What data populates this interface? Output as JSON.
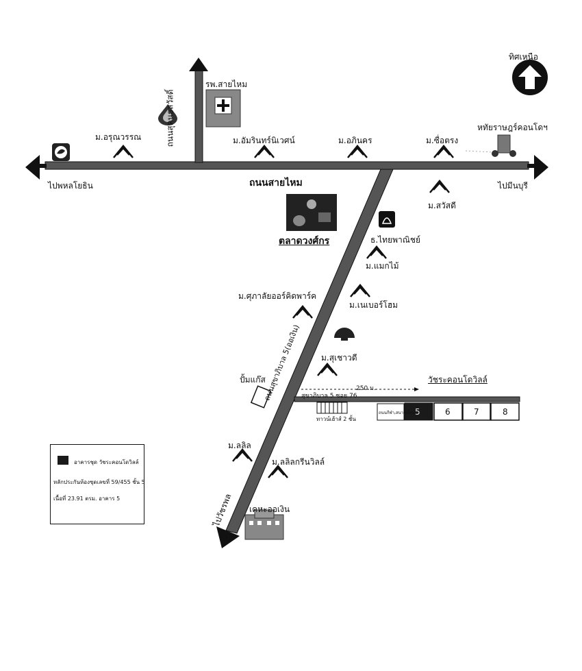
{
  "compass": {
    "label": "ทิศเหนือ"
  },
  "roads": {
    "main": "ถนนสายไหม",
    "vertical_north": "ถนนสุคนธสวัสดิ์",
    "diagonal": "ถนนสุขาภิบาล 5(ออเงิน)",
    "soi": "สุขาภิบาล 5 ซอย 76"
  },
  "directions": {
    "west": "ไปพหลโยธิน",
    "east": "ไปมีนบุรี",
    "southwest": "ไปวัชรพล"
  },
  "places": {
    "hospital": "รพ.สายไหม",
    "aroonwan": "ม.อรุณวรรณ",
    "amarin": "ม.อัมรินทร์นิเวศน์",
    "apinakorn": "ม.อภินคร",
    "suetrong": "ม.ซื่อตรง",
    "condo_hathai": "หทัยราษฎร์คอนโดฯ",
    "sawatdee": "ม.สวัสดี",
    "market": "ตลาดวงศ์กร",
    "bank": "ธ.ไทยพาณิชย์",
    "maekmai": "ม.แมกไม้",
    "naybor": "ม.เนเบอร์โฮม",
    "supalai": "ม.ศุภาลัยออร์คิดพาร์ค",
    "suchaowadee": "ม.สุเชาวดี",
    "gas": "ปั้มแก๊ส",
    "watchara": "วัชระคอนโดวิลล์",
    "lalin": "ม.ลลิล",
    "lalin_green": "ม.ลลิลกรีนวิลล์",
    "kheha": "เคหะออเงิน",
    "townhouse": "ทาวน์เฮ้าส์ 2 ชั้น",
    "distance": "250 ม."
  },
  "buildings": {
    "reserve": "ถนนกีฬา,สนามเด็กเล่น",
    "numbers": [
      "5",
      "6",
      "7",
      "8"
    ],
    "highlighted": "5"
  },
  "legend": {
    "item": "อาคารชุด วัชระคอนโดวิลล์",
    "line1": "หลักประกันห้องชุดเลขที่ 59/455 ชั้น 5",
    "line2": "เนื้อที่ 23.91 ตรม. อาคาร 5"
  },
  "colors": {
    "road": "#555555",
    "ink": "#111111",
    "highlight": "#1a1a1a"
  }
}
